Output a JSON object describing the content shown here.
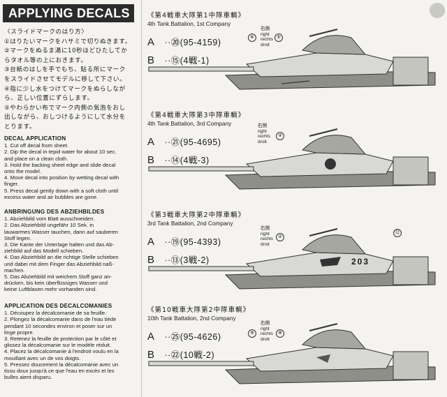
{
  "header": {
    "title": "APPLYING DECALS"
  },
  "japanese": {
    "heading": "〈スライドマークのはり方〉",
    "lines": [
      "①はりたいマークをハサミで切りぬきます。",
      "②マークをぬるま湯に10秒ほどひたしてか",
      "らタオル等の上におきます。",
      "③台紙のはしを手でもち、貼る所にマーク",
      "をスライドさせてモデルに移して下さい。",
      "④指に少し水をつけてマークをぬらしなが",
      "ら、正しい位置にずらします。",
      "⑤やわらかい布でマーク内側の気泡をおし",
      "出しながら、おしつけるようにして水分を",
      "とります。"
    ]
  },
  "english": {
    "heading": "DECAL APPLICATION",
    "lines": [
      "1. Cut off decal from sheet.",
      "2. Dip the decal in tepid water for about 10 sec.",
      "and place on a clean cloth.",
      "3. Hold the backing sheet edge and slide decal",
      "onto the model.",
      "4. Move decal into position by wetting decal with",
      "finger.",
      "5. Press decal gently down with a soft cloth until",
      "excess water and air bubbles are gone."
    ]
  },
  "german": {
    "heading": "ANBRINGUNG DES ABZIEHBILDES",
    "lines": [
      "1. Abziehbild vom Blatt ausschneiden.",
      "2. Das Abziehbild ungefähr 10 Sek. in",
      "lauwarmes Wasser tauchen, dann auf sauberen",
      "Stoff legen.",
      "3. Die Kante der Unterlage halten und das Ab-",
      "ziehbild auf das Modell schieben.",
      "4. Das Abziehbild an die richtige Stelle schieben",
      "und dabei mit dem Finger das Abziehbild naß-",
      "machen.",
      "5. Das Abziehbild mit weichem Stoff ganz an-",
      "drücken, bis kein überflüssiges Wasser und",
      "keine Luftblasen mehr vorhanden sind."
    ]
  },
  "french": {
    "heading": "APPLICATION DES DECALCOMANIES",
    "lines": [
      "1. Découpez la décalcomanie de sa feuille.",
      "2. Plongez la décalcomanie dans de l'eau tiède",
      "pendant 10 secondes environ et poser sur un",
      "linge propre.",
      "3. Retenez la feuille de protection par le côté et",
      "glissez la décalcomanie sur le modèle réduit.",
      "4. Placez la décalcomanie à l'endroit voulu en la",
      "mouillant avec un de vos doigts.",
      "5. Pressez doucement la décalcomanie avec un",
      "tissu  doux jusqu'à ce que l'eau en excès et les",
      "bulles aient disparu."
    ]
  },
  "side_label": {
    "jp": "右側",
    "en": "right",
    "de": "rechts",
    "fr": "droit"
  },
  "companies": [
    {
      "jp": "《第4戦車大隊第1中隊車輌》",
      "en": "4th Tank Battalion, 1st Company",
      "a_letter": "A",
      "a_value": "··⑳(95-4159)",
      "b_letter": "B",
      "b_value": "··⑮(4戦-1)",
      "callouts": [
        "⑥",
        "⑤"
      ]
    },
    {
      "jp": "《第4戦車大隊第3中隊車輌》",
      "en": "4th Tank Battalion, 3rd Company",
      "a_letter": "A",
      "a_value": "··㉑(95-4695)",
      "b_letter": "B",
      "b_value": "··⑭(4戦-3)",
      "callouts": [
        "④"
      ]
    },
    {
      "jp": "《第3戦車大隊第2中隊車輌》",
      "en": "3rd Tank Battalion, 2nd Company",
      "a_letter": "A",
      "a_value": "··⑲(95-4393)",
      "b_letter": "B",
      "b_value": "··⑬(3戦-2)",
      "callouts": [
        "②",
        "⑫"
      ],
      "turret_number": "203"
    },
    {
      "jp": "《第10戦車大隊第2中隊車輌》",
      "en": "10th Tank Battalion, 2nd Company",
      "a_letter": "A",
      "a_value": "··㉕(95-4626)",
      "b_letter": "B",
      "b_value": "··㉒(10戦-2)",
      "callouts": [
        "⑨",
        "⑧"
      ]
    }
  ],
  "colors": {
    "title_bg": "#2b2b2b",
    "paper": "#f4f3ef",
    "tank_light": "#d8d8d4",
    "tank_dark": "#8f8f8a"
  }
}
